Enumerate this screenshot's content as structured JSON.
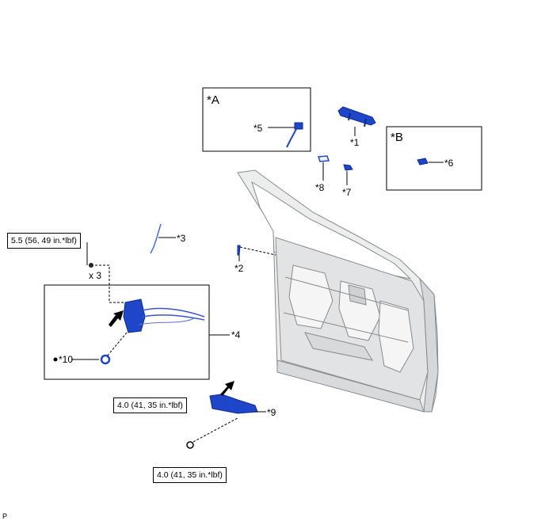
{
  "diagram": {
    "insets": [
      {
        "id": "A",
        "label": "*A"
      },
      {
        "id": "B",
        "label": "*B"
      }
    ],
    "callouts": {
      "c1": "*1",
      "c2": "*2",
      "c3": "*3",
      "c4": "*4",
      "c5": "*5",
      "c6": "*6",
      "c7": "*7",
      "c8": "*8",
      "c9": "*9",
      "c10": "*10"
    },
    "quantity": "x 3",
    "torques": {
      "t1": "5.5 (56, 49 in.*lbf)",
      "t2": "4.0 (41, 35 in.*lbf)",
      "t3": "4.0 (41, 35 in.*lbf)"
    },
    "footer": "P",
    "colors": {
      "part_blue": "#1f45c8",
      "part_blue_dark": "#0d2a8f",
      "door_fill": "#eceded",
      "door_stroke": "#8a8a8a",
      "leader": "#000000"
    }
  }
}
